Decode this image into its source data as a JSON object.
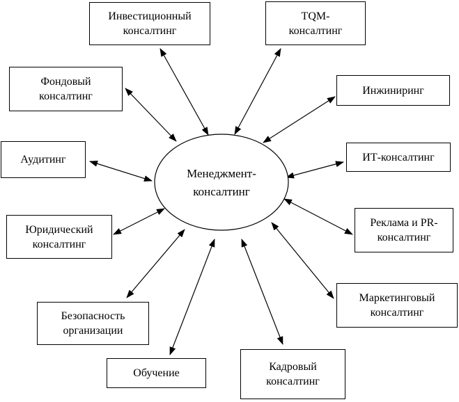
{
  "diagram": {
    "language": "ru",
    "connector_style": "double-headed-arrow",
    "colors": {
      "background": "#ffffff",
      "stroke": "#000000",
      "text": "#000000",
      "node_fill": "#ffffff"
    },
    "center": {
      "id": "management-consulting",
      "shape": "ellipse",
      "lines": [
        "Менеджмент-",
        "консалтинг"
      ]
    },
    "nodes": [
      {
        "id": "investment-consulting",
        "lines": [
          "Инвестиционный",
          "консалтинг"
        ],
        "connects_to": "center"
      },
      {
        "id": "tqm-consulting",
        "lines": [
          "TQM-",
          "консалтинг"
        ],
        "connects_to": "center"
      },
      {
        "id": "stock-consulting",
        "lines": [
          "Фондовый",
          "консалтинг"
        ],
        "connects_to": "center"
      },
      {
        "id": "engineering",
        "lines": [
          "Инжиниринг"
        ],
        "connects_to": "center"
      },
      {
        "id": "auditing",
        "lines": [
          "Аудитинг"
        ],
        "connects_to": "center"
      },
      {
        "id": "it-consulting",
        "lines": [
          "ИТ-консалтинг"
        ],
        "connects_to": "center"
      },
      {
        "id": "legal-consulting",
        "lines": [
          "Юридический",
          "консалтинг"
        ],
        "connects_to": "center"
      },
      {
        "id": "ads-pr-consulting",
        "lines": [
          "Реклама и PR-",
          "консалтинг"
        ],
        "connects_to": "center"
      },
      {
        "id": "org-security",
        "lines": [
          "Безопасность",
          "организации"
        ],
        "connects_to": "center"
      },
      {
        "id": "marketing-consulting",
        "lines": [
          "Маркетинговый",
          "консалтинг"
        ],
        "connects_to": "center"
      },
      {
        "id": "training",
        "lines": [
          "Обучение"
        ],
        "connects_to": "center"
      },
      {
        "id": "hr-consulting",
        "lines": [
          "Кадровый",
          "консалтинг"
        ],
        "connects_to": "center"
      }
    ]
  }
}
